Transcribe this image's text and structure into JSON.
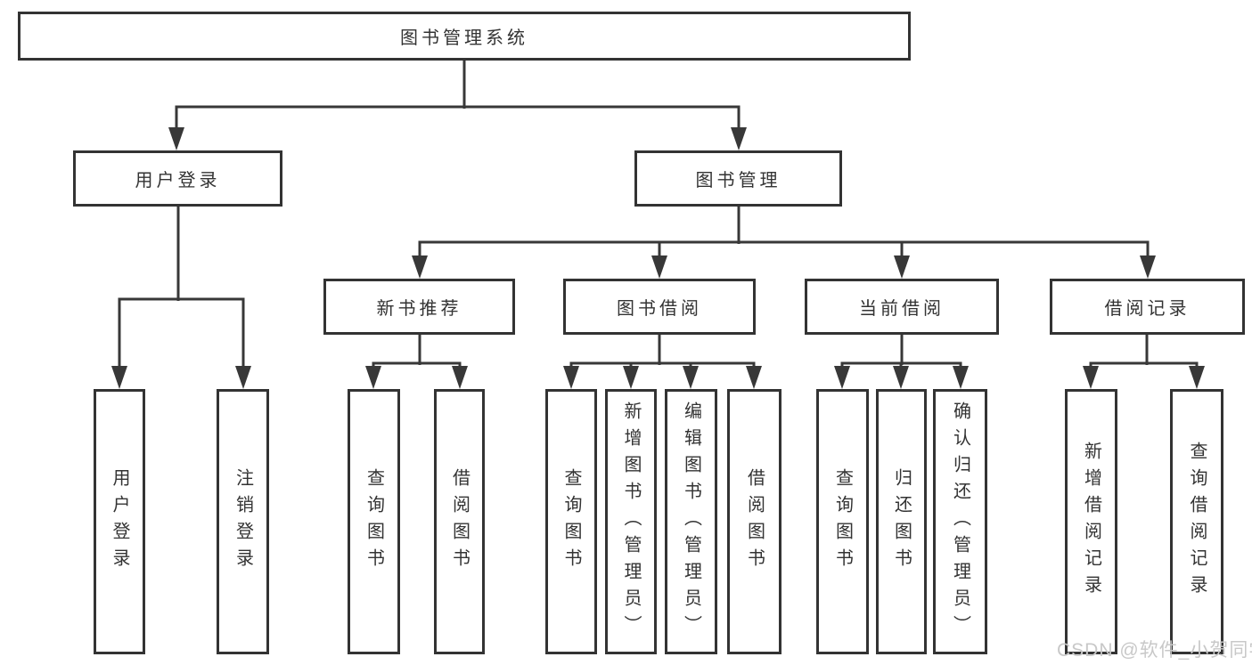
{
  "diagram": {
    "root": {
      "label": "图书管理系统"
    },
    "level2": [
      {
        "label": "用户登录"
      },
      {
        "label": "图书管理"
      }
    ],
    "level3": [
      {
        "label": "新书推荐"
      },
      {
        "label": "图书借阅"
      },
      {
        "label": "当前借阅"
      },
      {
        "label": "借阅记录"
      }
    ],
    "leaves": [
      {
        "label": "用户登录"
      },
      {
        "label": "注销登录"
      },
      {
        "label": "查询图书"
      },
      {
        "label": "借阅图书"
      },
      {
        "label": "查询图书"
      },
      {
        "label": "新增图书（管理员）"
      },
      {
        "label": "编辑图书（管理员）"
      },
      {
        "label": "借阅图书"
      },
      {
        "label": "查询图书"
      },
      {
        "label": "归还图书"
      },
      {
        "label": "确认归还（管理员）"
      },
      {
        "label": "新增借阅记录"
      },
      {
        "label": "查询借阅记录"
      }
    ]
  },
  "watermark": {
    "text": "CSDN @软件_小贺同学"
  },
  "colors": {
    "line": "#383838",
    "box_border": "#333333",
    "text": "#333333",
    "watermark": "#c8c8c8",
    "background": "#ffffff"
  }
}
